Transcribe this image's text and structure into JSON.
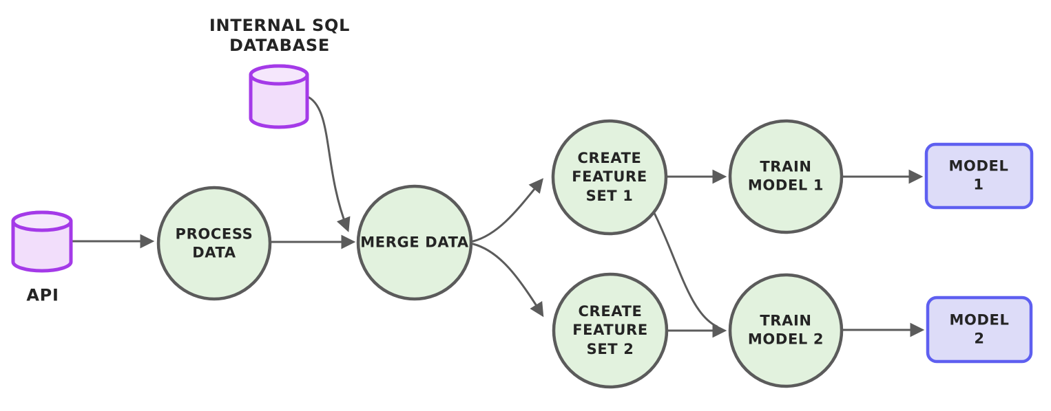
{
  "colors": {
    "background": "#ffffff",
    "process_fill": "#e2f2de",
    "process_stroke": "#5b5b5b",
    "datastore_fill": "#f2defb",
    "datastore_rim_fill": "#f5e7fc",
    "datastore_stroke": "#a43ae8",
    "output_fill": "#dddcf8",
    "output_stroke": "#5e5ff0",
    "connector": "#5b5b5b",
    "text": "#242424"
  },
  "nodes": {
    "api": {
      "label": "API",
      "shape": "cylinder"
    },
    "internal_sql_database": {
      "label": "INTERNAL SQL\nDATABASE",
      "shape": "cylinder"
    },
    "process_data": {
      "label": "PROCESS\nDATA",
      "shape": "circle"
    },
    "merge_data": {
      "label": "MERGE DATA",
      "shape": "circle"
    },
    "create_feature_set_1": {
      "label": "CREATE\nFEATURE\nSET 1",
      "shape": "circle"
    },
    "create_feature_set_2": {
      "label": "CREATE\nFEATURE\nSET 2",
      "shape": "circle"
    },
    "train_model_1": {
      "label": "TRAIN\nMODEL 1",
      "shape": "circle"
    },
    "train_model_2": {
      "label": "TRAIN\nMODEL 2",
      "shape": "circle"
    },
    "model_1": {
      "label": "MODEL 1",
      "shape": "rounded-rectangle"
    },
    "model_2": {
      "label": "MODEL 2",
      "shape": "rounded-rectangle"
    }
  },
  "edges": [
    {
      "from": "api",
      "to": "process_data"
    },
    {
      "from": "internal_sql_database",
      "to": "merge_data"
    },
    {
      "from": "process_data",
      "to": "merge_data"
    },
    {
      "from": "merge_data",
      "to": "create_feature_set_1"
    },
    {
      "from": "merge_data",
      "to": "create_feature_set_2"
    },
    {
      "from": "create_feature_set_1",
      "to": "train_model_1"
    },
    {
      "from": "create_feature_set_1",
      "to": "train_model_2"
    },
    {
      "from": "create_feature_set_2",
      "to": "train_model_2"
    },
    {
      "from": "train_model_1",
      "to": "model_1"
    },
    {
      "from": "train_model_2",
      "to": "model_2"
    }
  ]
}
